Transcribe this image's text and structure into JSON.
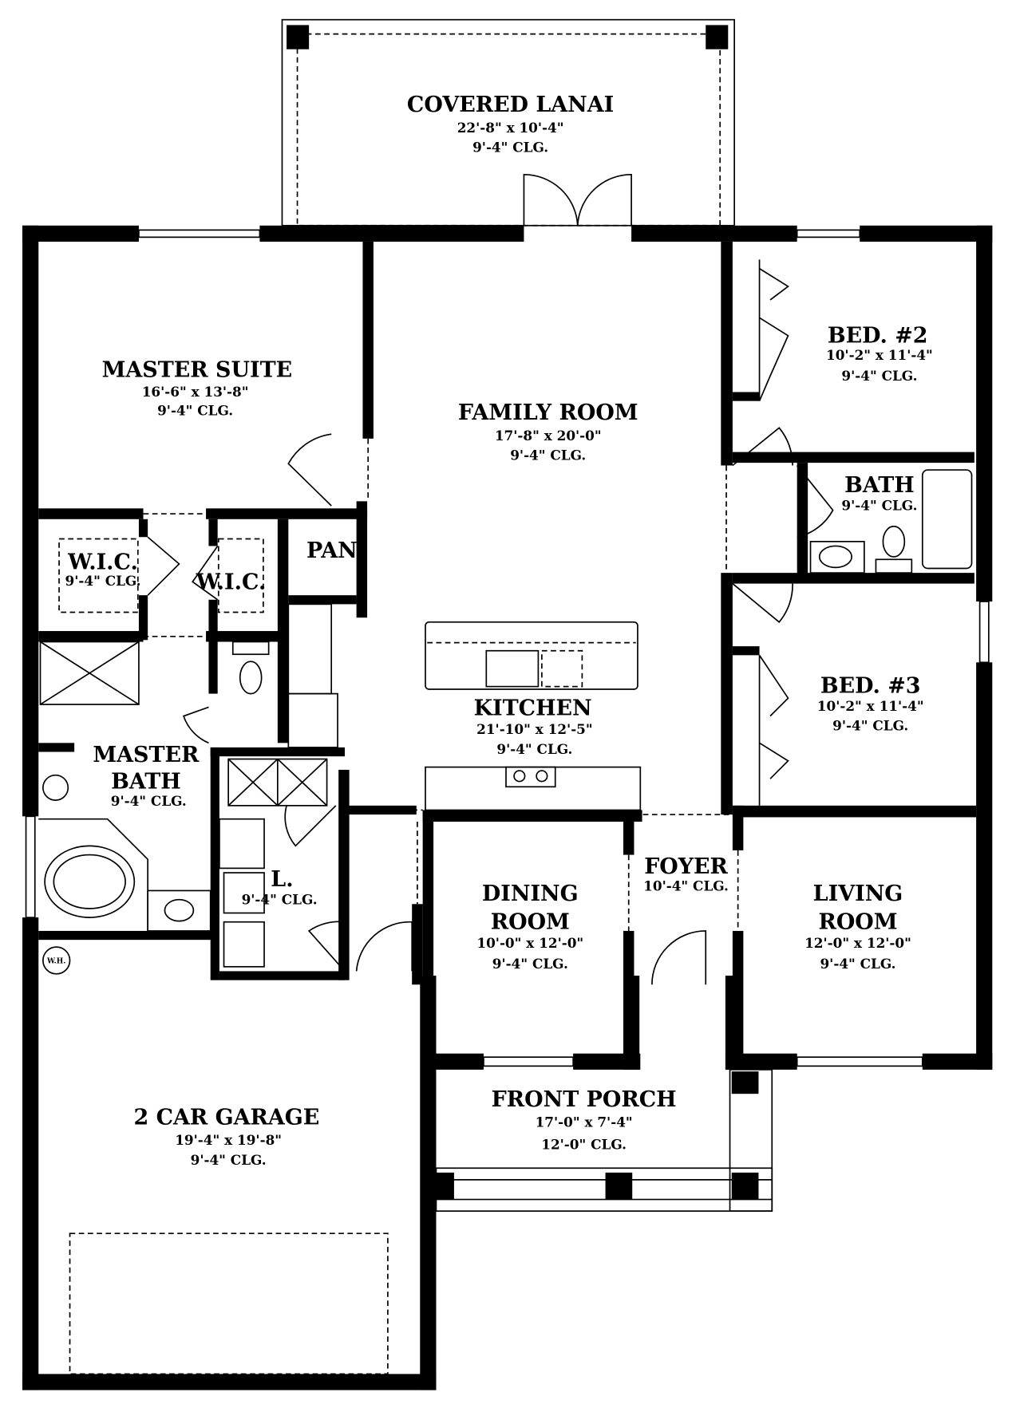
{
  "plan": {
    "rooms": [
      {
        "id": "covered-lanai",
        "name": "COVERED LANAI",
        "size": "22'-8\" x 10'-4\"",
        "ceiling": "9'-4\" CLG."
      },
      {
        "id": "master-suite",
        "name": "MASTER SUITE",
        "size": "16'-6\" x 13'-8\"",
        "ceiling": "9'-4\" CLG."
      },
      {
        "id": "family-room",
        "name": "FAMILY ROOM",
        "size": "17'-8\" x 20'-0\"",
        "ceiling": "9'-4\" CLG."
      },
      {
        "id": "bed-2",
        "name": "BED. #2",
        "size": "10'-2\" x 11'-4\"",
        "ceiling": "9'-4\" CLG."
      },
      {
        "id": "bath",
        "name": "BATH",
        "ceiling": "9'-4\" CLG."
      },
      {
        "id": "wic-1",
        "name": "W.I.C.",
        "ceiling": "9'-4\" CLG."
      },
      {
        "id": "wic-2",
        "name": "W.I.C."
      },
      {
        "id": "pantry",
        "name": "PAN."
      },
      {
        "id": "bed-3",
        "name": "BED. #3",
        "size": "10'-2\" x 11'-4\"",
        "ceiling": "9'-4\" CLG."
      },
      {
        "id": "kitchen",
        "name": "KITCHEN",
        "size": "21'-10\" x 12'-5\"",
        "ceiling": "9'-4\" CLG."
      },
      {
        "id": "master-bath",
        "name": "MASTER",
        "name2": "BATH",
        "ceiling": "9'-4\" CLG."
      },
      {
        "id": "laundry",
        "name": "L.",
        "ceiling": "9'-4\" CLG."
      },
      {
        "id": "foyer",
        "name": "FOYER",
        "ceiling": "10'-4\" CLG."
      },
      {
        "id": "dining-room",
        "name": "DINING",
        "name2": "ROOM",
        "size": "10'-0\" x 12'-0\"",
        "ceiling": "9'-4\" CLG."
      },
      {
        "id": "living-room",
        "name": "LIVING",
        "name2": "ROOM",
        "size": "12'-0\" x 12'-0\"",
        "ceiling": "9'-4\" CLG."
      },
      {
        "id": "front-porch",
        "name": "FRONT PORCH",
        "size": "17'-0\" x 7'-4\"",
        "ceiling": "12'-0\" CLG."
      },
      {
        "id": "garage",
        "name": "2 CAR GARAGE",
        "size": "19'-4\" x 19'-8\"",
        "ceiling": "9'-4\" CLG."
      }
    ],
    "water_heater": "W.H."
  }
}
